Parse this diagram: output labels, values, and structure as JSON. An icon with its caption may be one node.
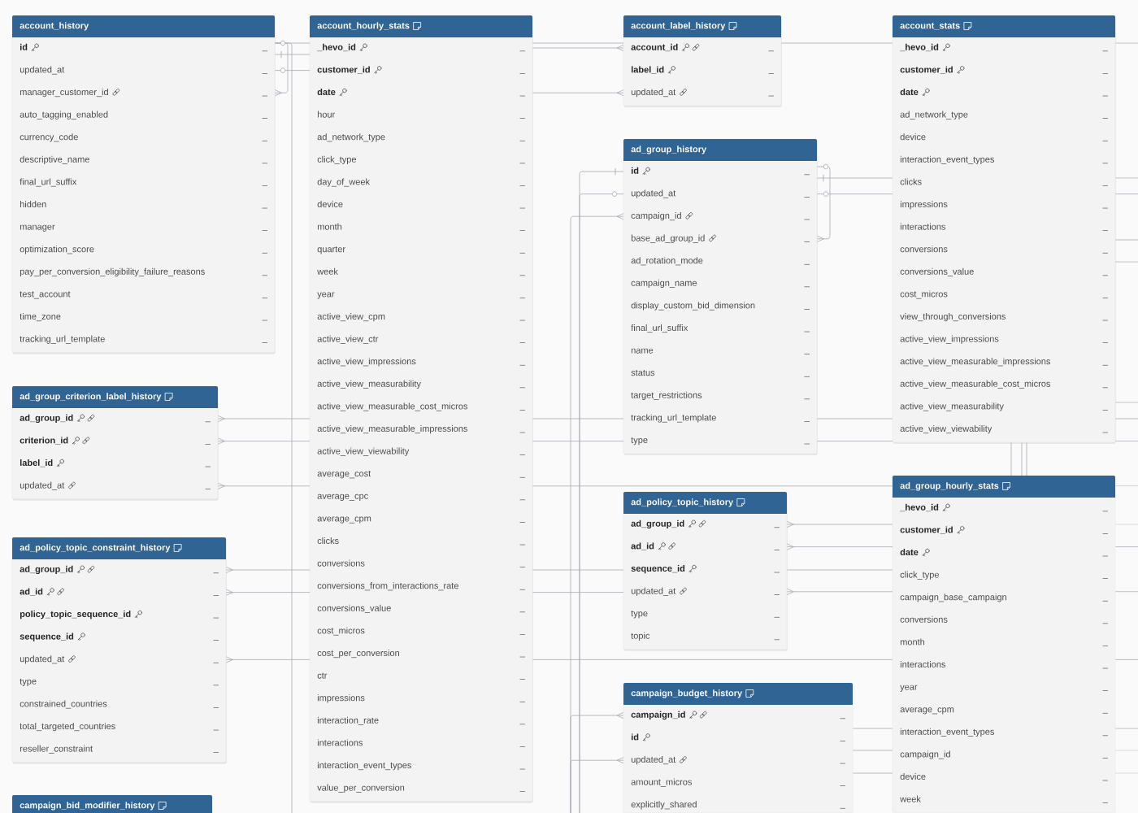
{
  "diagram": {
    "nodes": [
      {
        "text": [
          "account_history"
        ]
      },
      {
        "text": [
          "id",
          "_"
        ],
        "in": 0
      },
      {
        "text": [
          "updated_at",
          "_"
        ],
        "in": 0
      },
      {
        "text": [
          "manager_customer_id",
          "_"
        ],
        "in": 0
      },
      {
        "text": [
          "auto_tagging_enabled",
          "_"
        ],
        "in": 0
      },
      {
        "text": [
          "currency_code",
          "_"
        ],
        "in": 0
      },
      {
        "text": [
          "descriptive_name",
          "_"
        ],
        "in": 0
      },
      {
        "text": [
          "final_url_suffix",
          "_"
        ],
        "in": 0
      },
      {
        "text": [
          "hidden",
          "_"
        ],
        "in": 0
      },
      {
        "text": [
          "manager",
          "_"
        ],
        "in": 0
      },
      {
        "text": [
          "optimization_score",
          "_"
        ],
        "in": 0
      },
      {
        "text": [
          "pay_per_conversion_eligibility_failure_reasons",
          "_"
        ],
        "in": 0
      },
      {
        "text": [
          "test_account",
          "_"
        ],
        "in": 0
      },
      {
        "text": [
          "time_zone",
          "_"
        ],
        "in": 0
      },
      {
        "text": [
          "tracking_url_template",
          "_"
        ],
        "in": 0
      },
      {
        "text": [
          "account_hourly_stats"
        ]
      },
      {
        "text": [
          "_hevo_id",
          "_"
        ],
        "in": 15
      },
      {
        "text": [
          "customer_id",
          "_"
        ],
        "in": 15
      },
      {
        "text": [
          "date",
          "_"
        ],
        "in": 15
      },
      {
        "text": [
          "hour",
          "_"
        ],
        "in": 15
      },
      {
        "text": [
          "ad_network_type",
          "_"
        ],
        "in": 15
      },
      {
        "text": [
          "click_type",
          "_"
        ],
        "in": 15
      },
      {
        "text": [
          "day_of_week",
          "_"
        ],
        "in": 15
      },
      {
        "text": [
          "device",
          "_"
        ],
        "in": 15
      },
      {
        "text": [
          "month",
          "_"
        ],
        "in": 15
      },
      {
        "text": [
          "quarter",
          "_"
        ],
        "in": 15
      },
      {
        "text": [
          "week",
          "_"
        ],
        "in": 15
      },
      {
        "text": [
          "year",
          "_"
        ],
        "in": 15
      },
      {
        "text": [
          "active_view_cpm",
          "_"
        ],
        "in": 15
      },
      {
        "text": [
          "active_view_ctr",
          "_"
        ],
        "in": 15
      },
      {
        "text": [
          "active_view_impressions",
          "_"
        ],
        "in": 15
      },
      {
        "text": [
          "active_view_measurability",
          "_"
        ],
        "in": 15
      },
      {
        "text": [
          "active_view_measurable_cost_micros",
          "_"
        ],
        "in": 15
      },
      {
        "text": [
          "active_view_measurable_impressions",
          "_"
        ],
        "in": 15
      },
      {
        "text": [
          "active_view_viewability",
          "_"
        ],
        "in": 15
      },
      {
        "text": [
          "average_cost",
          "_"
        ],
        "in": 15
      },
      {
        "text": [
          "average_cpc",
          "_"
        ],
        "in": 15
      },
      {
        "text": [
          "average_cpm",
          "_"
        ],
        "in": 15
      },
      {
        "text": [
          "clicks",
          "_"
        ],
        "in": 15
      },
      {
        "text": [
          "conversions",
          "_"
        ],
        "in": 15
      },
      {
        "text": [
          "conversions_from_interactions_rate",
          "_"
        ],
        "in": 15
      },
      {
        "text": [
          "conversions_value",
          "_"
        ],
        "in": 15
      },
      {
        "text": [
          "cost_micros",
          "_"
        ],
        "in": 15
      },
      {
        "text": [
          "cost_per_conversion",
          "_"
        ],
        "in": 15
      },
      {
        "text": [
          "ctr",
          "_"
        ],
        "in": 15
      },
      {
        "text": [
          "impressions",
          "_"
        ],
        "in": 15
      },
      {
        "text": [
          "interaction_rate",
          "_"
        ],
        "in": 15
      },
      {
        "text": [
          "interactions",
          "_"
        ],
        "in": 15
      },
      {
        "text": [
          "interaction_event_types",
          "_"
        ],
        "in": 15
      },
      {
        "text": [
          "value_per_conversion",
          "_"
        ],
        "in": 15
      },
      {
        "text": [
          "account_label_history"
        ]
      },
      {
        "text": [
          "account_id",
          "_"
        ],
        "in": 50
      },
      {
        "text": [
          "label_id",
          "_"
        ],
        "in": 50
      },
      {
        "text": [
          "updated_at",
          "_"
        ],
        "in": 50
      },
      {
        "text": [
          "account_stats"
        ]
      },
      {
        "text": [
          "_hevo_id",
          "_"
        ],
        "in": 54
      },
      {
        "text": [
          "customer_id",
          "_"
        ],
        "in": 54
      },
      {
        "text": [
          "date",
          "_"
        ],
        "in": 54
      },
      {
        "text": [
          "ad_network_type",
          "_"
        ],
        "in": 54
      },
      {
        "text": [
          "device",
          "_"
        ],
        "in": 54
      },
      {
        "text": [
          "interaction_event_types",
          "_"
        ],
        "in": 54
      },
      {
        "text": [
          "clicks",
          "_"
        ],
        "in": 54
      },
      {
        "text": [
          "impressions",
          "_"
        ],
        "in": 54
      },
      {
        "text": [
          "interactions",
          "_"
        ],
        "in": 54
      },
      {
        "text": [
          "conversions",
          "_"
        ],
        "in": 54
      },
      {
        "text": [
          "conversions_value",
          "_"
        ],
        "in": 54
      },
      {
        "text": [
          "cost_micros",
          "_"
        ],
        "in": 54
      },
      {
        "text": [
          "view_through_conversions",
          "_"
        ],
        "in": 54
      },
      {
        "text": [
          "active_view_impressions",
          "_"
        ],
        "in": 54
      },
      {
        "text": [
          "active_view_measurable_impressions",
          "_"
        ],
        "in": 54
      },
      {
        "text": [
          "active_view_measurable_cost_micros",
          "_"
        ],
        "in": 54
      },
      {
        "text": [
          "active_view_measurability",
          "_"
        ],
        "in": 54
      },
      {
        "text": [
          "active_view_viewability",
          "_"
        ],
        "in": 54
      },
      {
        "text": [
          "ad_group_history"
        ]
      },
      {
        "text": [
          "id",
          "_"
        ],
        "in": 73
      },
      {
        "text": [
          "updated_at",
          "_"
        ],
        "in": 73
      },
      {
        "text": [
          "campaign_id",
          "_"
        ],
        "in": 73
      },
      {
        "text": [
          "base_ad_group_id",
          "_"
        ],
        "in": 73
      },
      {
        "text": [
          "ad_rotation_mode",
          "_"
        ],
        "in": 73
      },
      {
        "text": [
          "campaign_name",
          "_"
        ],
        "in": 73
      },
      {
        "text": [
          "display_custom_bid_dimension",
          "_"
        ],
        "in": 73
      },
      {
        "text": [
          "final_url_suffix",
          "_"
        ],
        "in": 73
      },
      {
        "text": [
          "name",
          "_"
        ],
        "in": 73
      },
      {
        "text": [
          "status",
          "_"
        ],
        "in": 73
      },
      {
        "text": [
          "target_restrictions",
          "_"
        ],
        "in": 73
      },
      {
        "text": [
          "tracking_url_template",
          "_"
        ],
        "in": 73
      },
      {
        "text": [
          "type",
          "_"
        ],
        "in": 73
      },
      {
        "text": [
          "ad_group_criterion_label_history"
        ]
      },
      {
        "text": [
          "ad_group_id",
          "_"
        ],
        "in": 87
      },
      {
        "text": [
          "criterion_id",
          "_"
        ],
        "in": 87
      },
      {
        "text": [
          "label_id",
          "_"
        ],
        "in": 87
      },
      {
        "text": [
          "updated_at",
          "_"
        ],
        "in": 87
      },
      {
        "text": [
          "ad_group_hourly_stats"
        ]
      },
      {
        "text": [
          "_hevo_id",
          "_"
        ],
        "in": 92
      },
      {
        "text": [
          "customer_id",
          "_"
        ],
        "in": 92
      },
      {
        "text": [
          "date",
          "_"
        ],
        "in": 92
      },
      {
        "text": [
          "click_type",
          "_"
        ],
        "in": 92
      },
      {
        "text": [
          "campaign_base_campaign",
          "_"
        ],
        "in": 92
      },
      {
        "text": [
          "conversions",
          "_"
        ],
        "in": 92
      },
      {
        "text": [
          "month",
          "_"
        ],
        "in": 92
      },
      {
        "text": [
          "interactions",
          "_"
        ],
        "in": 92
      },
      {
        "text": [
          "year",
          "_"
        ],
        "in": 92
      },
      {
        "text": [
          "average_cpm",
          "_"
        ],
        "in": 92
      },
      {
        "text": [
          "interaction_event_types",
          "_"
        ],
        "in": 92
      },
      {
        "text": [
          "campaign_id",
          "_"
        ],
        "in": 92
      },
      {
        "text": [
          "device",
          "_"
        ],
        "in": 92
      },
      {
        "text": [
          "week",
          "_"
        ],
        "in": 92
      },
      {
        "text": [
          "ad_policy_topic_history"
        ]
      },
      {
        "text": [
          "ad_group_id",
          "_"
        ],
        "in": 107
      },
      {
        "text": [
          "ad_id",
          "_"
        ],
        "in": 107
      },
      {
        "text": [
          "sequence_id",
          "_"
        ],
        "in": 107
      },
      {
        "text": [
          "updated_at",
          "_"
        ],
        "in": 107
      },
      {
        "text": [
          "type",
          "_"
        ],
        "in": 107
      },
      {
        "text": [
          "topic",
          "_"
        ],
        "in": 107
      },
      {
        "text": [
          "ad_policy_topic_constraint_history"
        ]
      },
      {
        "text": [
          "ad_group_id",
          "_"
        ],
        "in": 114
      },
      {
        "text": [
          "ad_id",
          "_"
        ],
        "in": 114
      },
      {
        "text": [
          "policy_topic_sequence_id",
          "_"
        ],
        "in": 114
      },
      {
        "text": [
          "sequence_id",
          "_"
        ],
        "in": 114
      },
      {
        "text": [
          "updated_at",
          "_"
        ],
        "in": 114
      },
      {
        "text": [
          "type",
          "_"
        ],
        "in": 114
      },
      {
        "text": [
          "constrained_countries",
          "_"
        ],
        "in": 114
      },
      {
        "text": [
          "total_targeted_countries",
          "_"
        ],
        "in": 114
      },
      {
        "text": [
          "reseller_constraint",
          "_"
        ],
        "in": 114
      },
      {
        "text": [
          "campaign_budget_history"
        ]
      },
      {
        "text": [
          "campaign_id",
          "_"
        ],
        "in": 124
      },
      {
        "text": [
          "id",
          "_"
        ],
        "in": 124
      },
      {
        "text": [
          "updated_at",
          "_"
        ],
        "in": 124
      },
      {
        "text": [
          "amount_micros",
          "_"
        ],
        "in": 124
      },
      {
        "text": [
          "explicitly_shared",
          "_"
        ],
        "in": 124
      },
      {
        "text": [
          "campaign_bid_modifier_history"
        ]
      }
    ],
    "edges": [
      {
        "from": 1,
        "to": 3,
        "arrow": "other"
      },
      {
        "from": 1,
        "to": 15,
        "arrow": "none"
      },
      {
        "from": 1,
        "to": null,
        "arrow": "none"
      },
      {
        "from": 1,
        "to": 15,
        "arrow": "none"
      },
      {
        "from": 2,
        "to": 15,
        "arrow": "none"
      },
      {
        "from": 15,
        "to": 51,
        "arrow": "other"
      },
      {
        "from": 15,
        "to": 53,
        "arrow": "other"
      },
      {
        "from": 15,
        "to": 50,
        "arrow": "none"
      },
      {
        "from": 50,
        "to": 54,
        "arrow": "none"
      },
      {
        "from": 54,
        "to": null,
        "arrow": "none"
      },
      {
        "from": 74,
        "to": null,
        "arrow": "none"
      },
      {
        "from": 75,
        "to": null,
        "arrow": "none"
      },
      {
        "from": 76,
        "to": null,
        "arrow": "other"
      },
      {
        "from": 125,
        "to": null,
        "arrow": "other"
      },
      {
        "from": 127,
        "to": null,
        "arrow": "other"
      },
      {
        "from": 74,
        "to": 77,
        "arrow": "other"
      },
      {
        "from": 74,
        "to": 54,
        "arrow": "none"
      },
      {
        "from": 75,
        "to": 54,
        "arrow": "none"
      },
      {
        "from": 54,
        "to": null,
        "arrow": "none"
      },
      {
        "from": 54,
        "to": null,
        "arrow": "none"
      },
      {
        "from": 88,
        "to": 15,
        "arrow": "other"
      },
      {
        "from": 89,
        "to": 15,
        "arrow": "other"
      },
      {
        "from": 91,
        "to": 15,
        "arrow": "other"
      },
      {
        "from": 15,
        "to": 85,
        "arrow": "none"
      },
      {
        "from": 15,
        "to": 86,
        "arrow": "none"
      },
      {
        "from": 85,
        "to": 54,
        "arrow": "none"
      },
      {
        "from": 86,
        "to": 54,
        "arrow": "none"
      },
      {
        "from": 54,
        "to": null,
        "arrow": "none"
      },
      {
        "from": 54,
        "to": null,
        "arrow": "none"
      },
      {
        "from": 15,
        "to": 92,
        "arrow": "none"
      },
      {
        "from": 92,
        "to": null,
        "arrow": "none"
      },
      {
        "from": 115,
        "to": 15,
        "arrow": "other"
      },
      {
        "from": 116,
        "to": 15,
        "arrow": "other"
      },
      {
        "from": 119,
        "to": 15,
        "arrow": "other"
      },
      {
        "from": 15,
        "to": 110,
        "arrow": "none"
      },
      {
        "from": 15,
        "to": 111,
        "arrow": "none"
      },
      {
        "from": 110,
        "to": 92,
        "arrow": "none"
      },
      {
        "from": 15,
        "to": 92,
        "arrow": "none"
      },
      {
        "from": 92,
        "to": null,
        "arrow": "none"
      },
      {
        "from": 108,
        "to": 92,
        "arrow": "other"
      },
      {
        "from": 109,
        "to": 92,
        "arrow": "other"
      },
      {
        "from": 111,
        "to": 92,
        "arrow": "other"
      },
      {
        "from": 92,
        "to": null,
        "arrow": "none"
      },
      {
        "from": 92,
        "to": null,
        "arrow": "none"
      },
      {
        "from": 92,
        "to": null,
        "arrow": "none"
      },
      {
        "from": 124,
        "to": 92,
        "arrow": "none"
      },
      {
        "from": 124,
        "to": 92,
        "arrow": "none"
      },
      {
        "from": 124,
        "to": 92,
        "arrow": "none"
      },
      {
        "from": 92,
        "to": null,
        "arrow": "none"
      },
      {
        "from": 92,
        "to": null,
        "arrow": "none"
      },
      {
        "from": 92,
        "to": null,
        "arrow": "none"
      },
      {
        "from": 54,
        "to": 92,
        "arrow": "none"
      },
      {
        "from": 54,
        "to": 92,
        "arrow": "none"
      },
      {
        "from": 54,
        "to": 92,
        "arrow": "none"
      },
      {
        "from": 54,
        "to": null,
        "arrow": "none"
      },
      {
        "from": 54,
        "to": null,
        "arrow": "none"
      },
      {
        "from": 54,
        "to": null,
        "arrow": "none"
      }
    ]
  }
}
